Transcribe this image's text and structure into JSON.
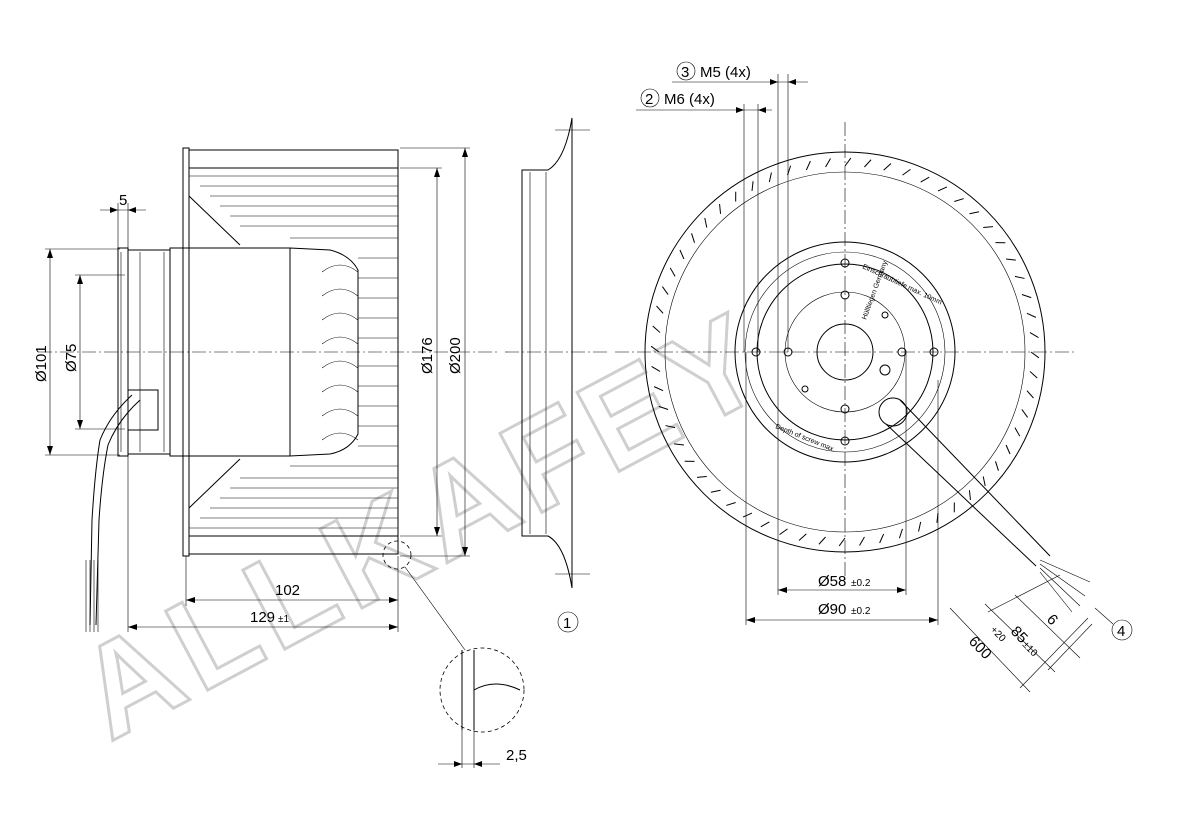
{
  "watermark": "ALLKAFEY",
  "dimensions": {
    "d101": "Ø101",
    "d75": "Ø75",
    "d176": "Ø176",
    "d200": "Ø200",
    "w5": "5",
    "w102": "102",
    "w129": "129",
    "w129_tol": "±1",
    "d58": "Ø58",
    "d58_tol": "±0.2",
    "d90": "Ø90",
    "d90_tol": "±0.2",
    "l600": "600",
    "l600_tol": "+20",
    "l85": "85",
    "l85_tol": "±10",
    "l6": "6",
    "t25": "2,5"
  },
  "callouts": {
    "c1": "1",
    "c2": "2",
    "c3": "3",
    "c4": "4",
    "m6": "M6 (4x)",
    "m5": "M5 (4x)"
  },
  "motor_labels": {
    "depth_de": "Einschraubtiefe max. 10mm",
    "origin_de": "Hülltiegen Germany",
    "depth_en": "Depth of screw max."
  }
}
